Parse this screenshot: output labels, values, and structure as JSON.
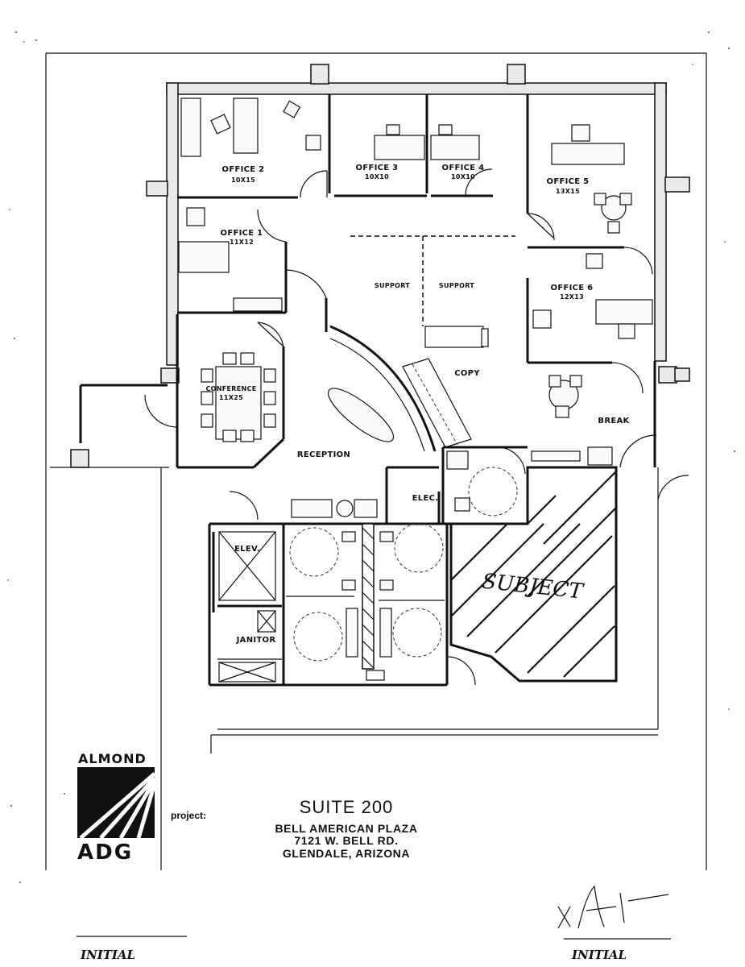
{
  "rooms": {
    "office2": {
      "name": "OFFICE 2",
      "size": "10X15"
    },
    "office3": {
      "name": "OFFICE 3",
      "size": "10X10"
    },
    "office4": {
      "name": "OFFICE 4",
      "size": "10X10"
    },
    "office5": {
      "name": "OFFICE 5",
      "size": "13X15"
    },
    "office1": {
      "name": "OFFICE 1",
      "size": "11X12"
    },
    "office6": {
      "name": "OFFICE 6",
      "size": "12X13"
    },
    "support1": "SUPPORT",
    "support2": "SUPPORT",
    "copy": "COPY",
    "conference": {
      "name": "CONFERENCE",
      "size": "11X25"
    },
    "break": "BREAK",
    "reception": "RECEPTION",
    "elec": "ELEC.",
    "elev": "ELEV.",
    "janitor": "JANITOR"
  },
  "subject": "SUBJECT",
  "logo": {
    "top": "ALMOND",
    "bottom": "ADG"
  },
  "project": {
    "label": "project:",
    "suite": "SUITE 200",
    "line1": "BELL AMERICAN PLAZA",
    "line2": "7121 W. BELL RD.",
    "line3": "GLENDALE, ARIZONA"
  },
  "initials": {
    "left": "INITIAL",
    "right": "INITIAL"
  }
}
